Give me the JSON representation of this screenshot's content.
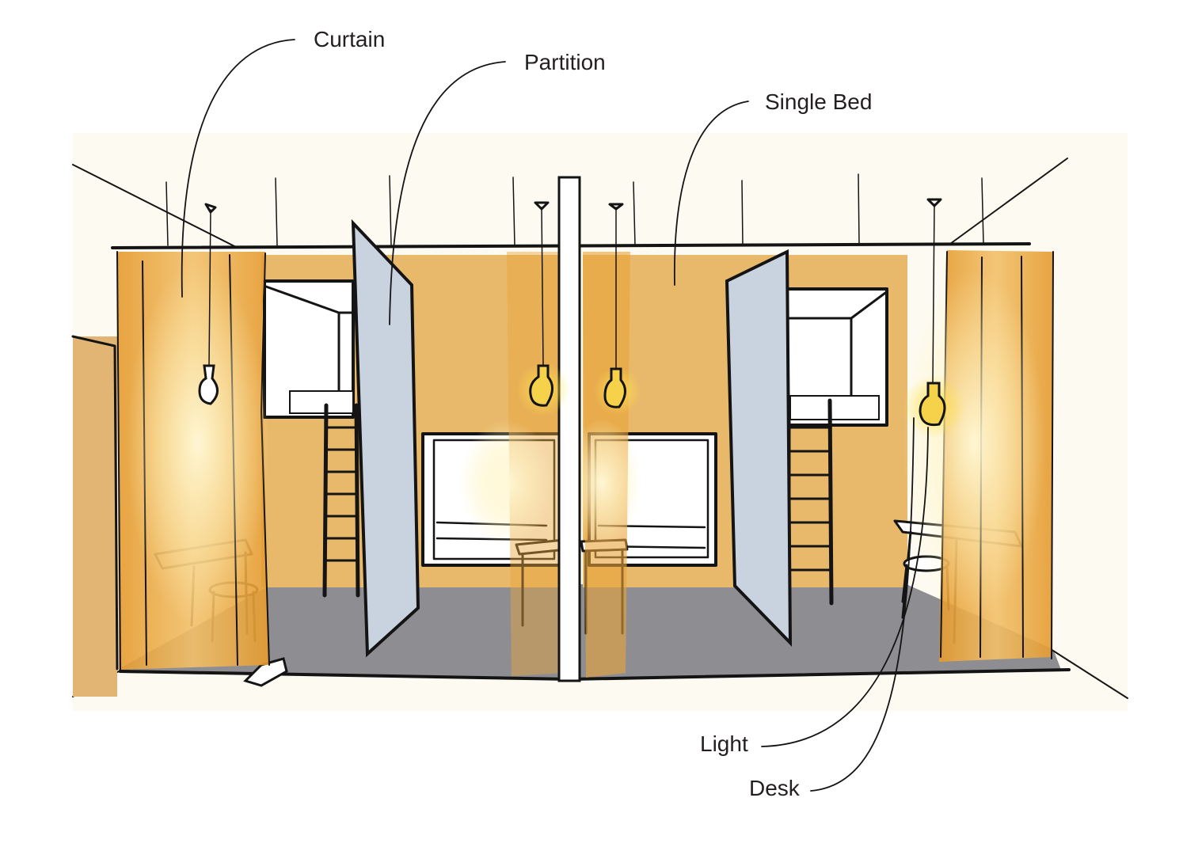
{
  "labels": {
    "curtain": "Curtain",
    "partition": "Partition",
    "single_bed": "Single Bed",
    "light": "Light",
    "desk": "Desk"
  },
  "colors": {
    "background": "#fdfbf1",
    "wall": "#e8b96a",
    "curtain": "#e9a33b",
    "partition": "#c9d3df",
    "floor": "#8e8e92",
    "bulb": "#f6d14a",
    "ink": "#141414"
  }
}
